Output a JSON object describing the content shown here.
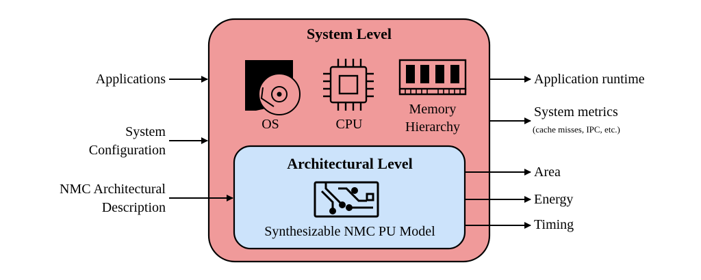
{
  "system_level": {
    "title": "System Level",
    "color": "#f09a9a",
    "components": {
      "os": "OS",
      "cpu": "CPU",
      "memory_line1": "Memory",
      "memory_line2": "Hierarchy"
    }
  },
  "architectural_level": {
    "title": "Architectural Level",
    "color": "#cce3fb",
    "model_label": "Synthesizable NMC PU Model"
  },
  "inputs": {
    "applications": "Applications",
    "system_config_line1": "System",
    "system_config_line2": "Configuration",
    "nmc_line1": "NMC Architectural",
    "nmc_line2": "Description"
  },
  "outputs": {
    "runtime": "Application runtime",
    "metrics": "System metrics",
    "metrics_detail": "(cache misses, IPC, etc.)",
    "area": "Area",
    "energy": "Energy",
    "timing": "Timing"
  }
}
